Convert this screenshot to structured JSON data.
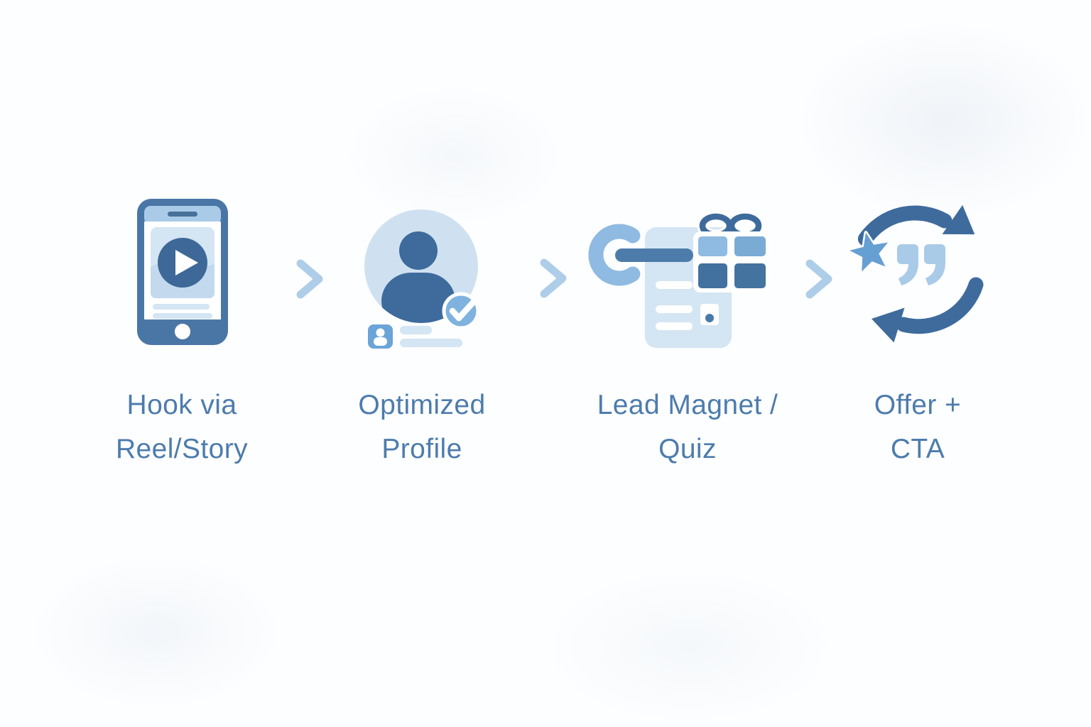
{
  "palette": {
    "dark_blue": "#3e6b9c",
    "steel_blue": "#4a76a6",
    "mid_blue": "#6ba4d8",
    "sky_blue": "#8fbae1",
    "light_blue": "#a9cbe8",
    "pale_blue": "#d4e5f3",
    "label_text": "#4d7cad",
    "background": "#fdfeff"
  },
  "flow": {
    "direction": "left-to-right",
    "arrow_count": 3,
    "steps": [
      {
        "id": "step-1",
        "icon": "smartphone-reel-play-icon",
        "label": [
          "Hook via",
          "Reel/Story"
        ]
      },
      {
        "id": "step-2",
        "icon": "profile-verified-icon",
        "label": [
          "Optimized",
          "Profile"
        ]
      },
      {
        "id": "step-3",
        "icon": "lead-magnet-gift-form-icon",
        "label": [
          "Lead Magnet /",
          "Quiz"
        ]
      },
      {
        "id": "step-4",
        "icon": "offer-cycle-quote-star-icon",
        "label": [
          "Offer +",
          "CTA"
        ]
      }
    ]
  }
}
